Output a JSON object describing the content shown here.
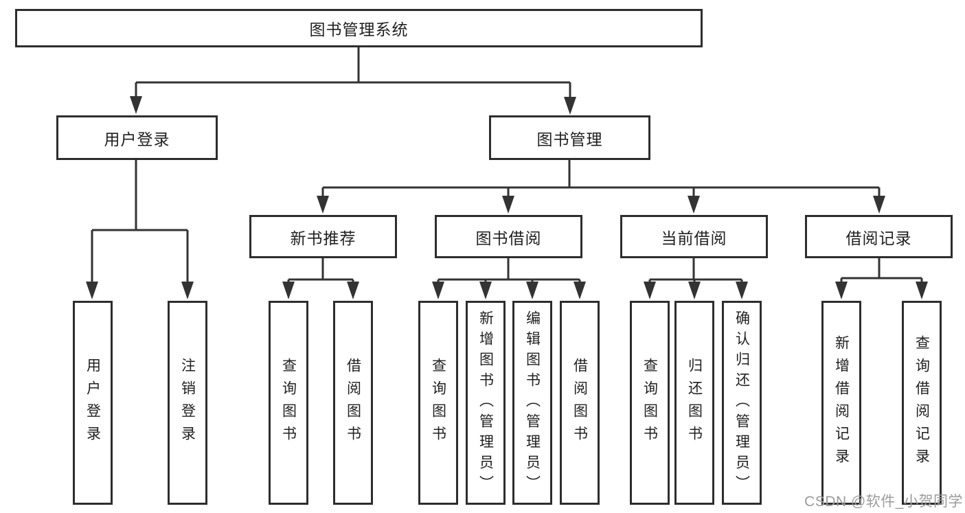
{
  "diagram_type": "hierarchy-tree",
  "tree": {
    "label": "图书管理系统",
    "children": [
      {
        "label": "用户登录",
        "children": [
          {
            "label": "用户登录"
          },
          {
            "label": "注销登录"
          }
        ]
      },
      {
        "label": "图书管理",
        "children": [
          {
            "label": "新书推荐",
            "children": [
              {
                "label": "查询图书"
              },
              {
                "label": "借阅图书"
              }
            ]
          },
          {
            "label": "图书借阅",
            "children": [
              {
                "label": "查询图书"
              },
              {
                "label": "新增图书（管理员）"
              },
              {
                "label": "编辑图书（管理员）"
              },
              {
                "label": "借阅图书"
              }
            ]
          },
          {
            "label": "当前借阅",
            "children": [
              {
                "label": "查询图书"
              },
              {
                "label": "归还图书"
              },
              {
                "label": "确认归还（管理员）"
              }
            ]
          },
          {
            "label": "借阅记录",
            "children": [
              {
                "label": "新增借阅记录"
              },
              {
                "label": "查询借阅记录"
              }
            ]
          }
        ]
      }
    ]
  },
  "watermark": {
    "text": "CSDN @软件_小贺同学"
  },
  "colors": {
    "line": "#333333",
    "box_border": "#2d2d2d",
    "text": "#1f1f1f",
    "watermark": "#9b9b9b",
    "background": "#ffffff"
  }
}
